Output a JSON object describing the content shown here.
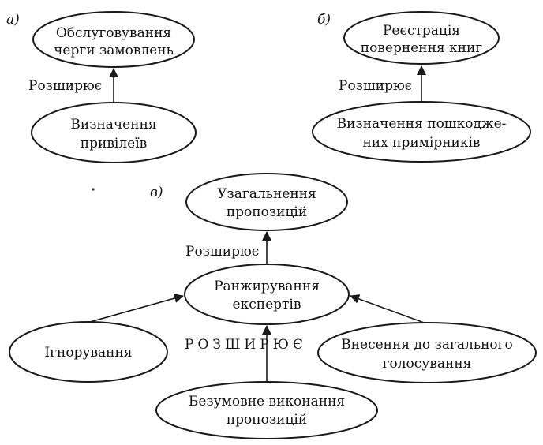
{
  "diagram": {
    "panel_a": {
      "tag": "а)",
      "top_node": [
        "Обслуговування",
        "черги замовлень"
      ],
      "edge_label": "Розширює",
      "bottom_node": [
        "Визначення",
        "привілеїв"
      ]
    },
    "panel_b": {
      "tag": "б)",
      "top_node": [
        "Реєстрація",
        "повернення книг"
      ],
      "edge_label": "Розширює",
      "bottom_node": [
        "Визначення пошкодже-",
        "них примірників"
      ]
    },
    "panel_c": {
      "tag": "в)",
      "top_node": [
        "Узагальнення",
        "пропозицій"
      ],
      "edge_label": "Розширює",
      "center_node": [
        "Ранжирування",
        "експертів"
      ],
      "left_node": [
        "Ігнорування"
      ],
      "right_node": [
        "Внесення до загального",
        "голосування"
      ],
      "bottom_node": [
        "Безумовне виконання",
        "пропозицій"
      ],
      "spaced_label": "РОЗШИРЮЄ"
    }
  },
  "colors": {
    "stroke": "#1a1a1a",
    "text": "#111111",
    "background": "#ffffff"
  }
}
